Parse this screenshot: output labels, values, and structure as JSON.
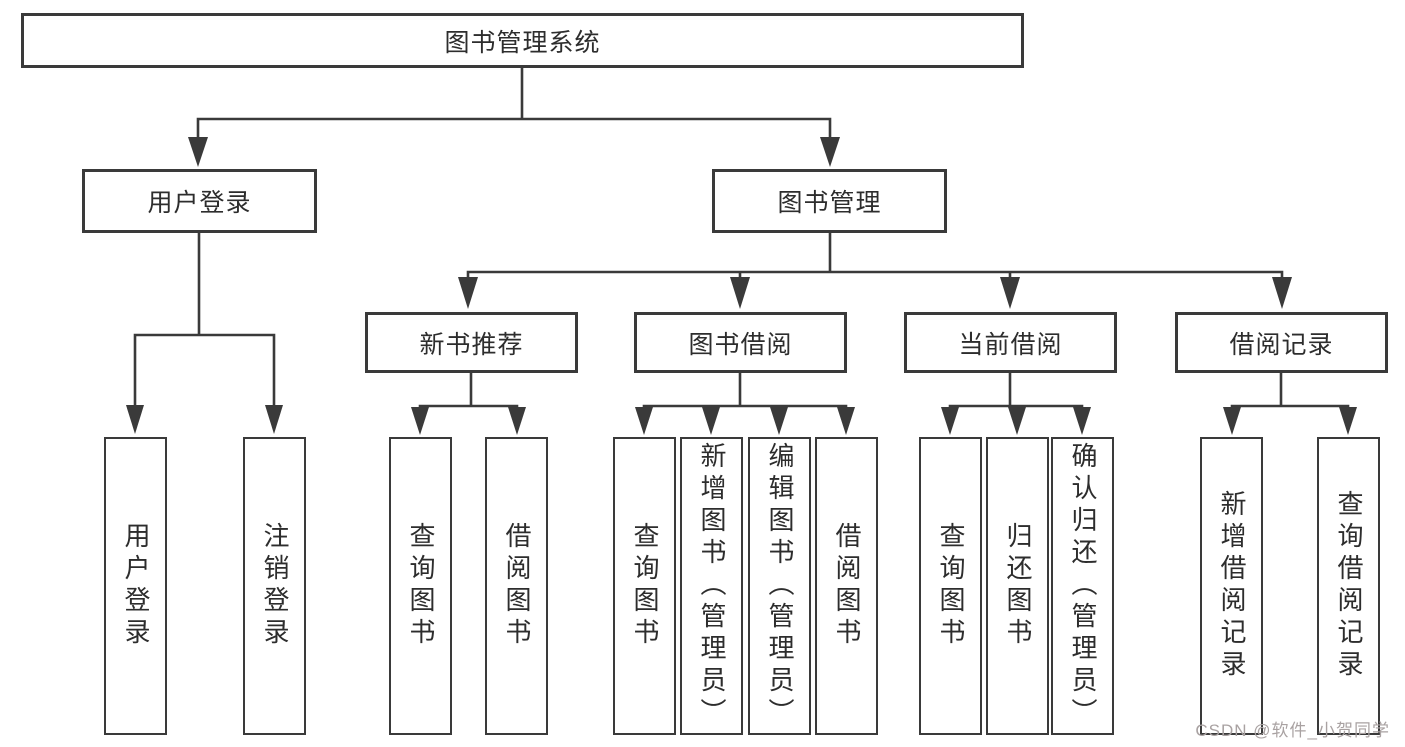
{
  "root": {
    "label": "图书管理系统"
  },
  "level2": {
    "user_login": {
      "label": "用户登录"
    },
    "book_mgmt": {
      "label": "图书管理"
    }
  },
  "level3": {
    "new_books": {
      "label": "新书推荐"
    },
    "borrowing": {
      "label": "图书借阅"
    },
    "current": {
      "label": "当前借阅"
    },
    "records": {
      "label": "借阅记录"
    }
  },
  "leaves": {
    "user": [
      "用户登录",
      "注销登录"
    ],
    "recommend": [
      "查询图书",
      "借阅图书"
    ],
    "borrow": [
      "查询图书",
      "新增图书（管理员）",
      "编辑图书（管理员）",
      "借阅图书"
    ],
    "current": [
      "查询图书",
      "归还图书",
      "确认归还（管理员）"
    ],
    "records": [
      "新增借阅记录",
      "查询借阅记录"
    ]
  },
  "watermark": {
    "text": "CSDN @软件_小贺同学"
  },
  "colors": {
    "line": "#3a3a3a",
    "box_border": "#3a3a3a",
    "text": "#2d2d2d",
    "watermark": "#a9a2a2",
    "background": "#ffffff"
  }
}
